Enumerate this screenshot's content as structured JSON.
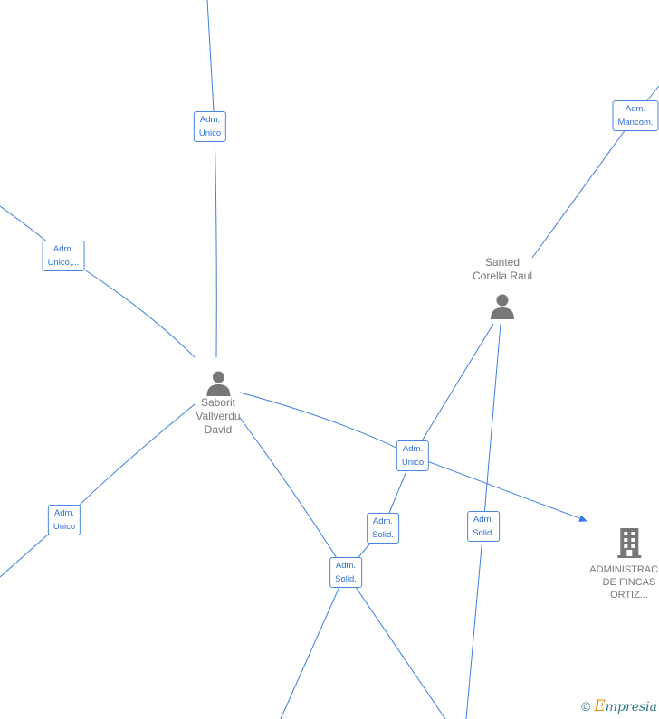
{
  "nodes": {
    "saborit": {
      "name_lines": [
        "Saborit",
        "Vallverdu",
        "David"
      ],
      "type": "person-icon"
    },
    "santed": {
      "name_lines": [
        "Santed",
        "Corella Raul"
      ],
      "type": "person-icon"
    },
    "company": {
      "name_lines": [
        "ADMINISTRACIO",
        "DE FINCAS",
        "ORTIZ..."
      ],
      "type": "building-icon"
    }
  },
  "edge_labels": [
    {
      "lines": [
        "Adm.",
        "Unico"
      ]
    },
    {
      "lines": [
        "Adm.",
        "Unico,..."
      ]
    },
    {
      "lines": [
        "Adm.",
        "Mancom."
      ]
    },
    {
      "lines": [
        "Adm.",
        "Unico"
      ]
    },
    {
      "lines": [
        "Adm.",
        "Unico"
      ]
    },
    {
      "lines": [
        "Adm.",
        "Solid."
      ]
    },
    {
      "lines": [
        "Adm.",
        "Solid."
      ]
    },
    {
      "lines": [
        "Adm.",
        "Solid."
      ]
    }
  ],
  "footer": {
    "copyright_symbol": "©",
    "brand": "mpresia",
    "brand_initial": "E"
  },
  "colors": {
    "edge": "#3b7de0",
    "label_text": "#2f6fd6",
    "node_icon": "#777777"
  }
}
